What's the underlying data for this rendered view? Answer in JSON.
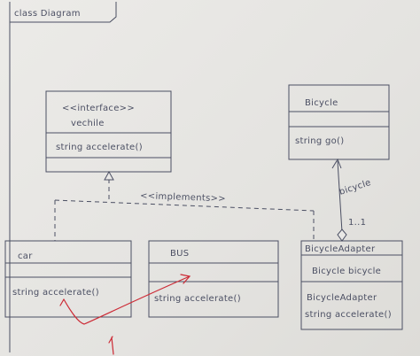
{
  "diagram": {
    "frame_label": "class Diagram",
    "interface_box": {
      "stereotype": "<<interface>>",
      "name": "vechile",
      "method": "string accelerate()"
    },
    "bicycle_box": {
      "name": "Bicycle",
      "method": "string go()"
    },
    "implements_label": "<<implements>>",
    "association": {
      "role": "bicycle",
      "multiplicity": "1..1"
    },
    "car_box": {
      "name": "car",
      "method": "string accelerate()"
    },
    "bus_box": {
      "name": "BUS",
      "method": "string accelerate()"
    },
    "adapter_box": {
      "name": "BicycleAdapter",
      "attribute": "Bicycle bicycle",
      "constructor": "BicycleAdapter",
      "method": "string accelerate()"
    },
    "colors": {
      "ink": "#4b4f63",
      "annotation": "#cc2a35",
      "paper": "#e9e8e6"
    }
  }
}
